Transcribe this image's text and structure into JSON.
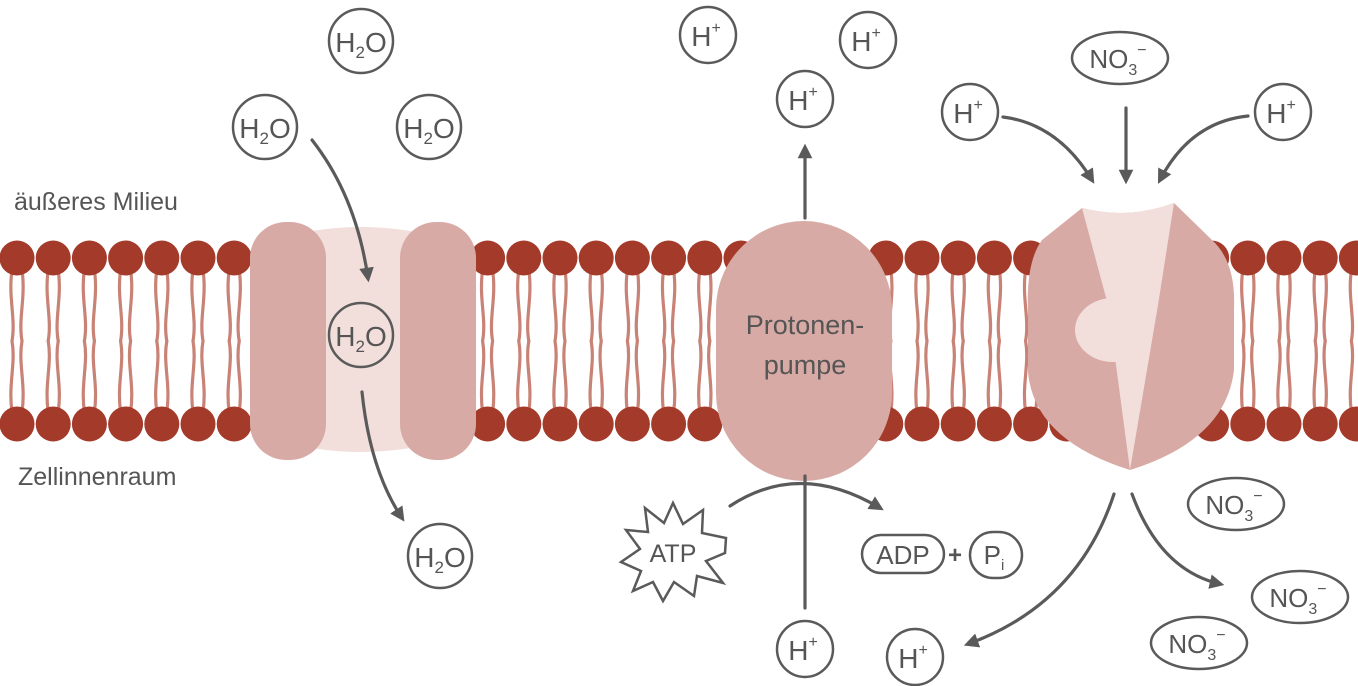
{
  "labels": {
    "outside": "äußeres Milieu",
    "inside": "Zellinnenraum",
    "pump_line1": "Protonen-",
    "pump_line2": "pumpe"
  },
  "molecules": {
    "water": {
      "base": "H",
      "sub": "2",
      "tail": "O"
    },
    "proton": {
      "base": "H",
      "sup": "+"
    },
    "nitrate": {
      "base": "NO",
      "sub": "3",
      "sup": "−"
    },
    "atp": "ATP",
    "adp": "ADP",
    "plus": "+",
    "phosphate": {
      "base": "P",
      "sub": "i"
    }
  },
  "colors": {
    "lipid_head": "#a33a2a",
    "lipid_tail": "#c98276",
    "protein": "#d8aaa5",
    "protein_light": "#f2dfdc",
    "text": "#555555",
    "arrow": "#5a5a5a"
  }
}
